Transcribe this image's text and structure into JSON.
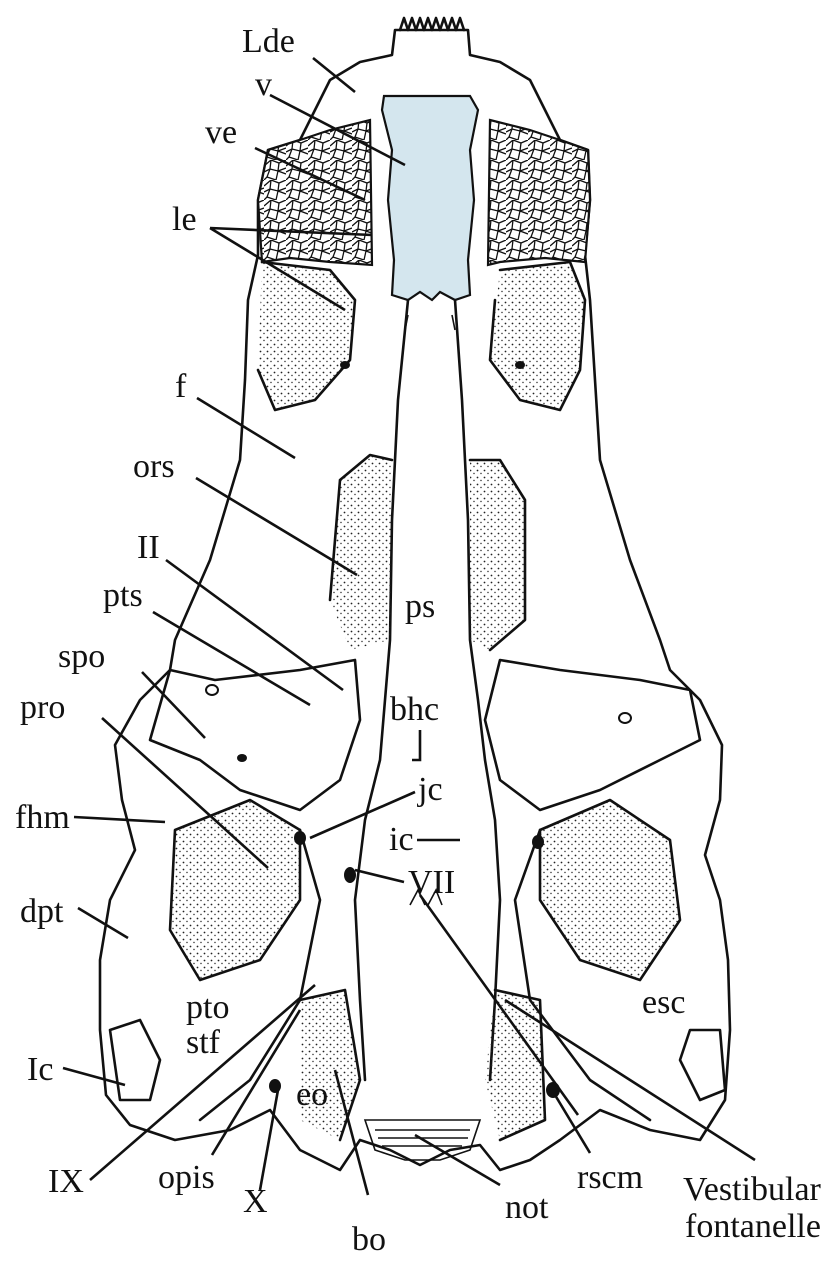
{
  "colors": {
    "highlight": "#d4e6ee",
    "ink": "#111111",
    "background": "#ffffff"
  },
  "labels": {
    "lde": "Lde",
    "v": "v",
    "ve": "ve",
    "le": "le",
    "f": "f",
    "ors": "ors",
    "ii": "II",
    "pts": "pts",
    "ps": "ps",
    "spo": "spo",
    "pro": "pro",
    "bhc": "bhc",
    "jc": "jc",
    "fhm": "fhm",
    "ic": "ic",
    "vii": "VII",
    "dpt": "dpt",
    "esc": "esc",
    "pto": "pto",
    "stf": "stf",
    "lc": "Ic",
    "eo": "eo",
    "ix": "IX",
    "opis": "opis",
    "x": "X",
    "rscm": "rscm",
    "not": "not",
    "bo": "bo",
    "vestibular_line1": "Vestibular",
    "vestibular_line2": "fontanelle"
  }
}
